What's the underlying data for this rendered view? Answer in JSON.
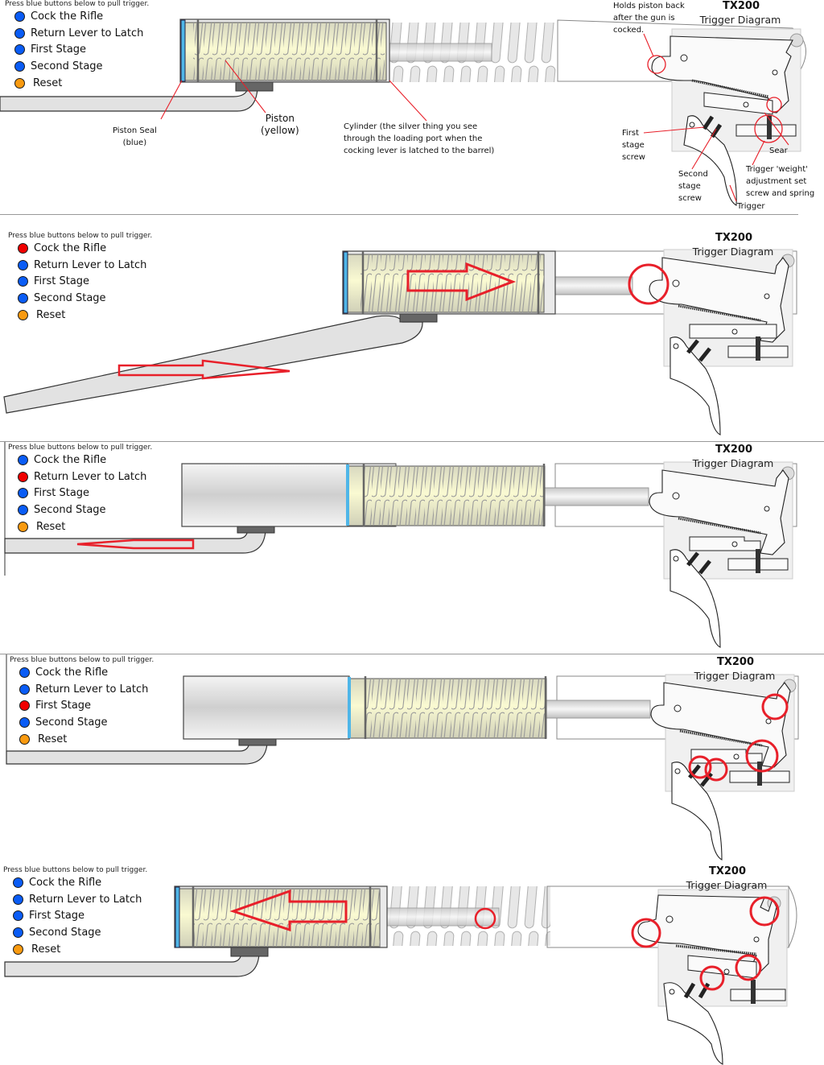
{
  "instruction": "Press blue buttons below to pull trigger.",
  "trigger_title": "TX200",
  "trigger_subtitle": "Trigger Diagram",
  "colors": {
    "inactive": "#0a5cf5",
    "active": "#f00000",
    "reset": "#f99a10",
    "piston_seal": "#4fb6e8",
    "annotation": "#e8202a"
  },
  "panels": [
    {
      "step": "overview",
      "buttons": [
        {
          "label": "Cock the Rifle",
          "state": "inactive"
        },
        {
          "label": "Return Lever to Latch",
          "state": "inactive"
        },
        {
          "label": "First Stage",
          "state": "inactive"
        },
        {
          "label": "Second Stage",
          "state": "inactive"
        },
        {
          "label": "Reset",
          "state": "reset"
        }
      ],
      "labels": {
        "piston_seal": "Piston Seal\n(blue)",
        "piston": "Piston\n(yellow)",
        "cylinder": "Cylinder (the silver thing you see\nthrough the loading port when the\ncocking lever is latched to the barrel)",
        "holds_piston": "Holds piston back\nafter the gun is\ncocked.",
        "first_stage_screw": "First\nstage\nscrew",
        "second_stage_screw": "Second\nstage\nscrew",
        "sear": "Sear",
        "weight_screw": "Trigger 'weight'\nadjustment set\nscrew and spring",
        "trigger": "Trigger"
      }
    },
    {
      "step": "cock",
      "buttons": [
        {
          "label": "Cock the Rifle",
          "state": "active"
        },
        {
          "label": "Return Lever to Latch",
          "state": "inactive"
        },
        {
          "label": "First Stage",
          "state": "inactive"
        },
        {
          "label": "Second Stage",
          "state": "inactive"
        },
        {
          "label": "Reset",
          "state": "reset"
        }
      ]
    },
    {
      "step": "return-lever",
      "buttons": [
        {
          "label": "Cock the Rifle",
          "state": "inactive"
        },
        {
          "label": "Return Lever to Latch",
          "state": "active"
        },
        {
          "label": "First Stage",
          "state": "inactive"
        },
        {
          "label": "Second Stage",
          "state": "inactive"
        },
        {
          "label": "Reset",
          "state": "reset"
        }
      ]
    },
    {
      "step": "first-stage",
      "buttons": [
        {
          "label": "Cock the Rifle",
          "state": "inactive"
        },
        {
          "label": "Return Lever to Latch",
          "state": "inactive"
        },
        {
          "label": "First Stage",
          "state": "active"
        },
        {
          "label": "Second Stage",
          "state": "inactive"
        },
        {
          "label": "Reset",
          "state": "reset"
        }
      ]
    },
    {
      "step": "second-stage",
      "buttons": [
        {
          "label": "Cock the Rifle",
          "state": "inactive"
        },
        {
          "label": "Return Lever to Latch",
          "state": "inactive"
        },
        {
          "label": "First Stage",
          "state": "inactive"
        },
        {
          "label": "Second Stage",
          "state": "inactive"
        },
        {
          "label": "Reset",
          "state": "reset"
        }
      ]
    }
  ]
}
